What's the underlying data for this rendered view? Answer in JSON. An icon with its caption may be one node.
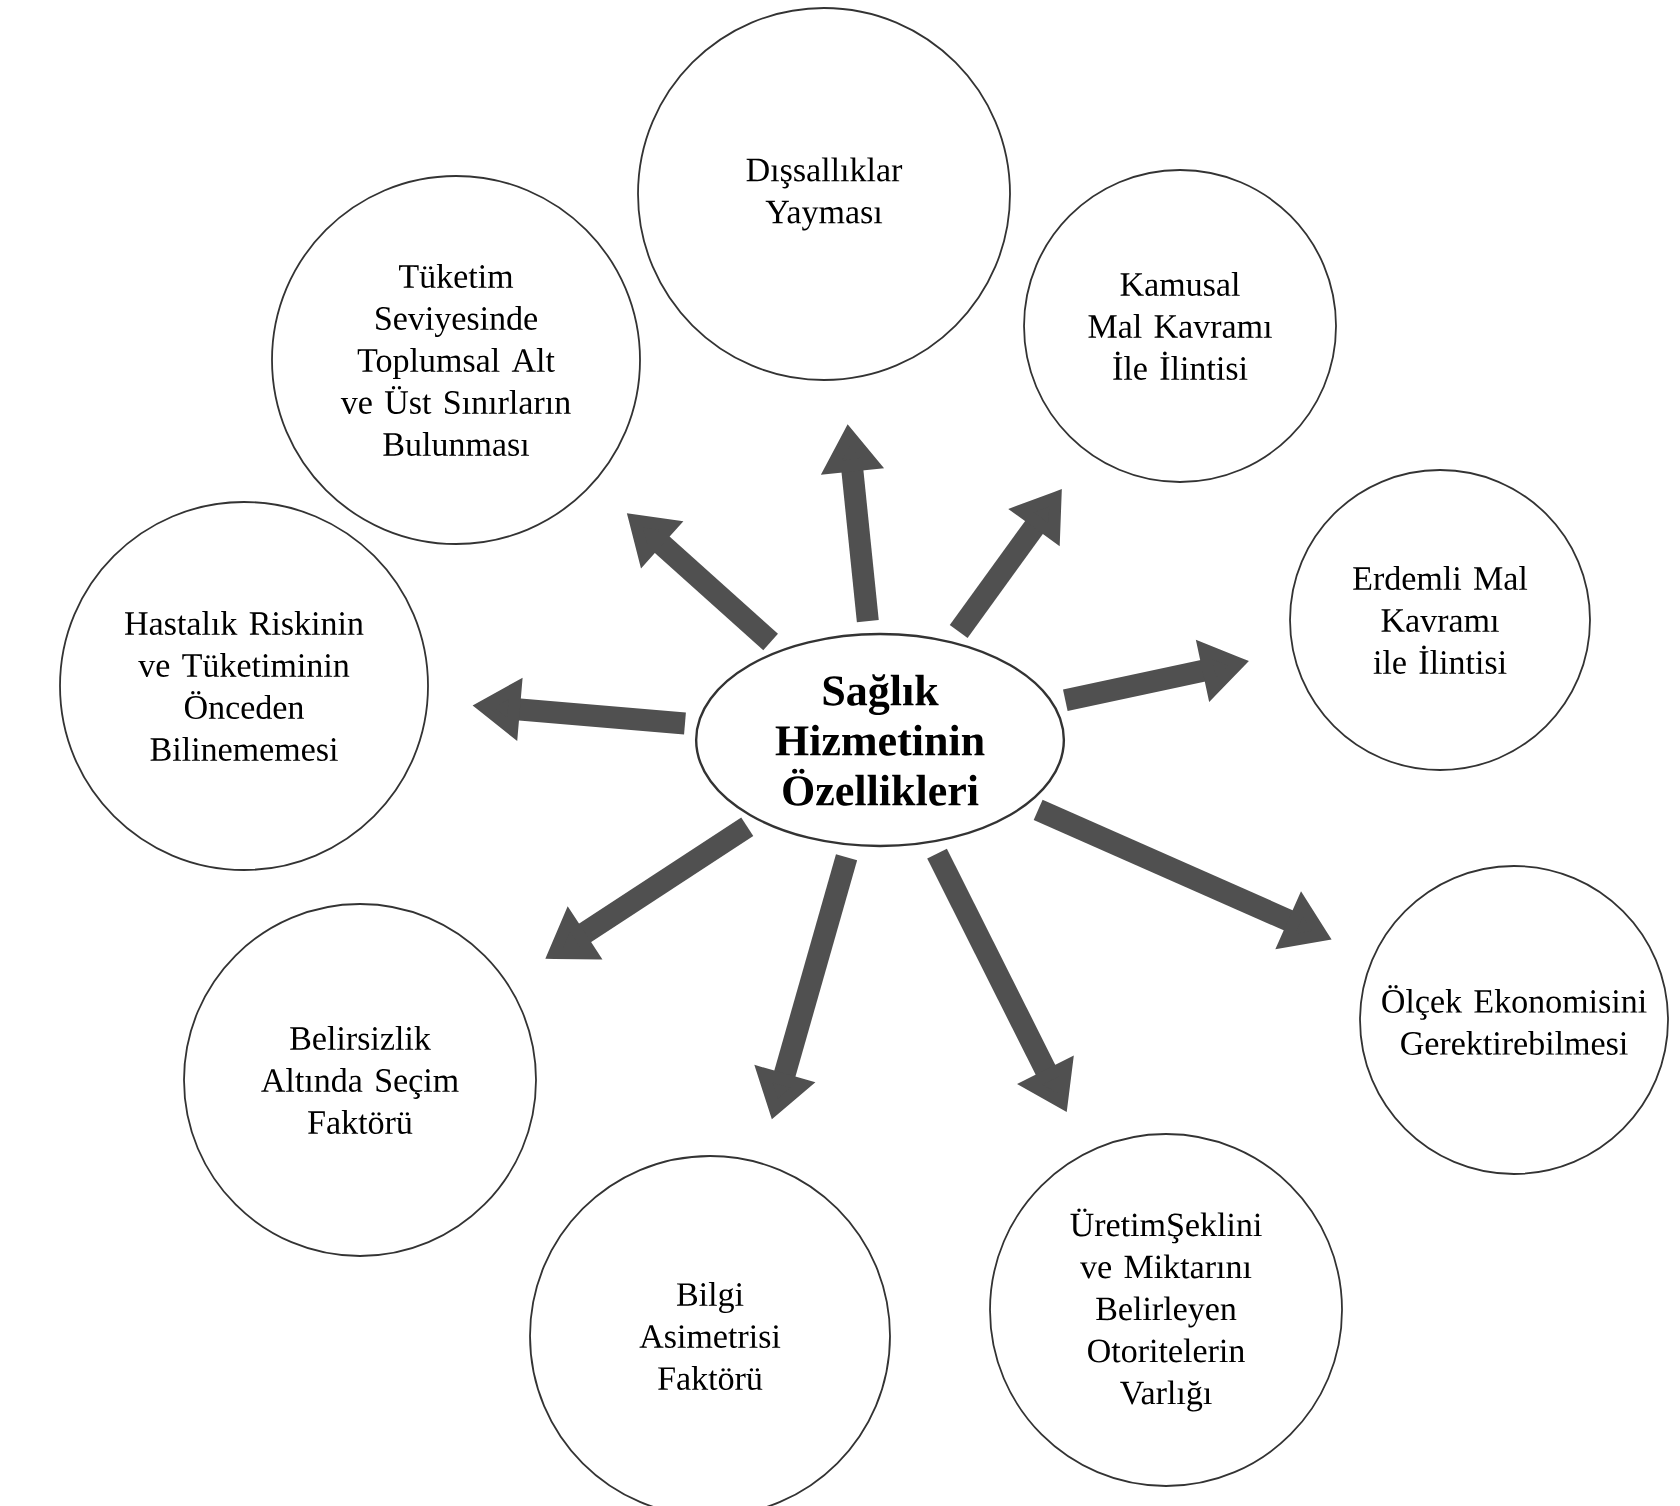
{
  "diagram": {
    "nodes": [
      {
        "text": [
          "**Sağlık Hizmetinin Özellikleri**"
        ]
      },
      {
        "text": [
          "Dışsallıklar Yayması"
        ]
      },
      {
        "text": [
          "Kamusal Mal Kavramı İle İlintisi"
        ]
      },
      {
        "text": [
          "Erdemli Mal Kavramı ile İlintisi"
        ]
      },
      {
        "text": [
          "Ölçek Ekonomisini Gerektirebilmesi"
        ]
      },
      {
        "text": [
          "ÜretimŞeklini ve Miktarını Belirleyen Otoritelerin Varlığı"
        ]
      },
      {
        "text": [
          "Bilgi Asimetrisi Faktörü"
        ]
      },
      {
        "text": [
          "Belirsizlik Altında Seçim Faktörü"
        ]
      },
      {
        "text": [
          "Hastalık Riskinin ve Tüketiminin Önceden Bilinememesi"
        ]
      },
      {
        "text": [
          "Tüketim Seviyesinde Toplumsal Alt ve Üst Sınırların Bulunması"
        ]
      }
    ],
    "edges": [
      {
        "from": 0,
        "to": 1,
        "arrow": "to"
      },
      {
        "from": 0,
        "to": 2,
        "arrow": "to"
      },
      {
        "from": 0,
        "to": 3,
        "arrow": "to"
      },
      {
        "from": 0,
        "to": 4,
        "arrow": "to"
      },
      {
        "from": 0,
        "to": 5,
        "arrow": "to"
      },
      {
        "from": 0,
        "to": 6,
        "arrow": "to"
      },
      {
        "from": 0,
        "to": 7,
        "arrow": "to"
      },
      {
        "from": 0,
        "to": 8,
        "arrow": "to"
      },
      {
        "from": 0,
        "to": 9,
        "arrow": "to"
      }
    ]
  }
}
